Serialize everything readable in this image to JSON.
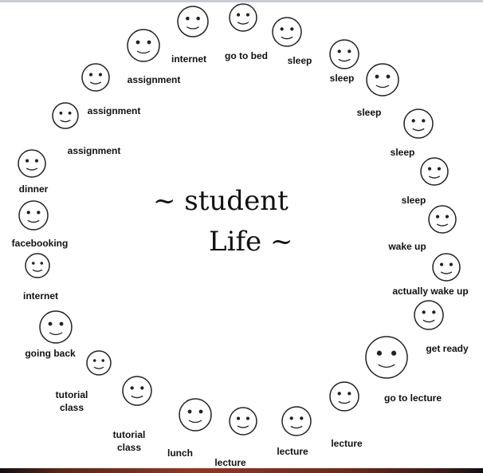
{
  "title_line1": "~ student",
  "title_line2": "Life ~",
  "cycle": [
    "internet",
    "go to bed",
    "sleep",
    "sleep",
    "sleep",
    "sleep",
    "sleep",
    "wake up",
    "actually wake up",
    "get ready",
    "go to lecture",
    "lecture",
    "lecture",
    "lecture",
    "lunch",
    "tutorial class",
    "tutorial class",
    "going back",
    "internet",
    "facebooking",
    "dinner",
    "assignment",
    "assignment",
    "assignment"
  ]
}
